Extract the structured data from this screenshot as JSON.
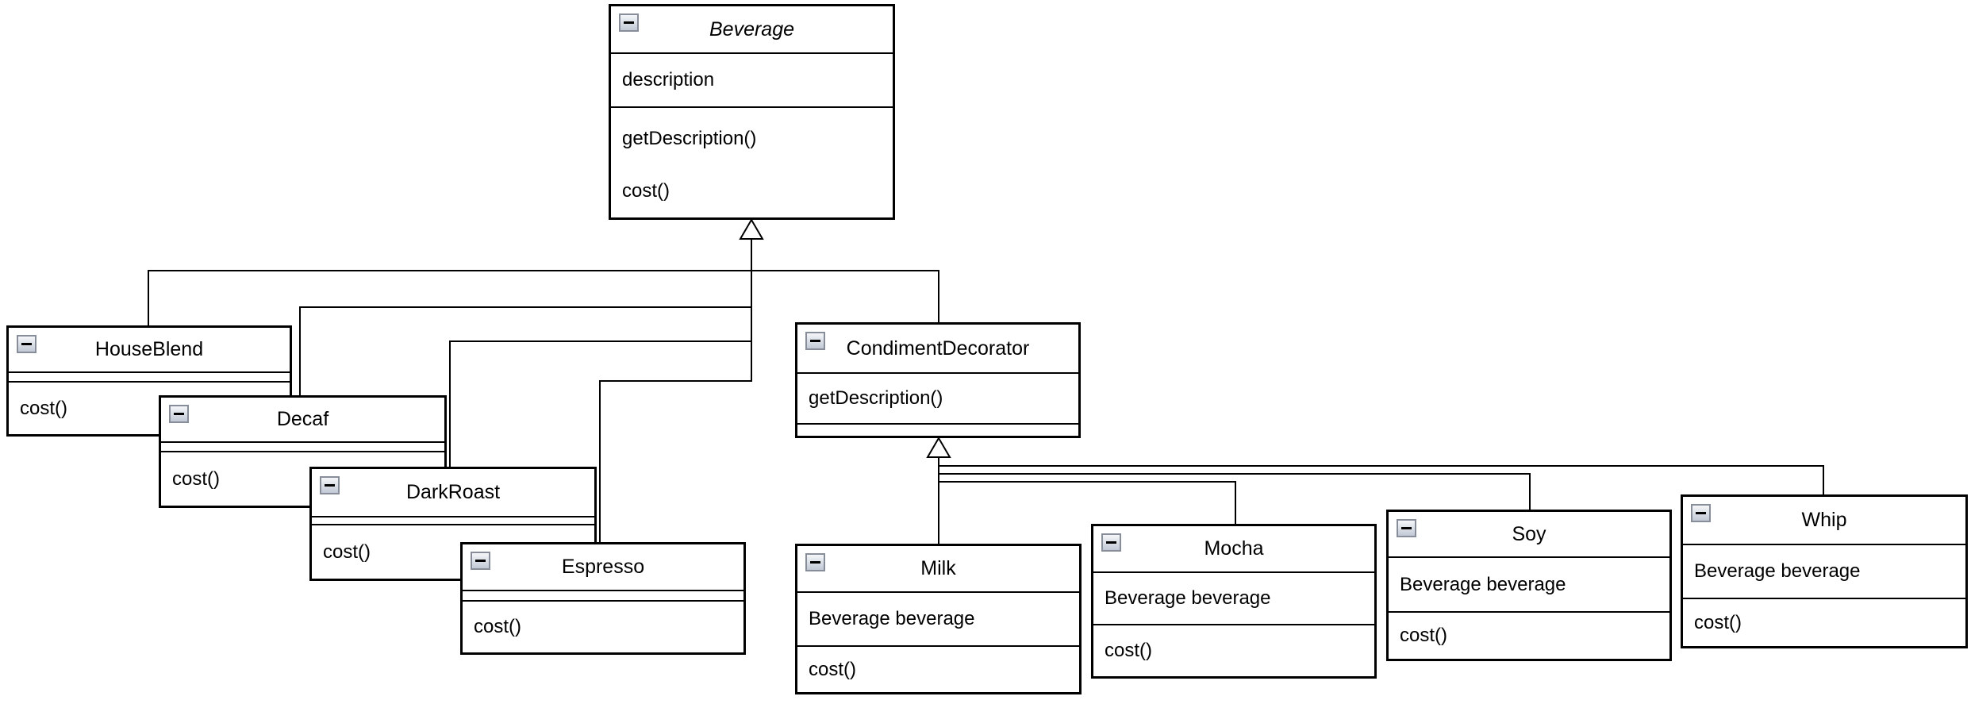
{
  "colors": {
    "background": "#ffffff",
    "line": "#000000",
    "box_fill": "#ffffff",
    "icon_background": "#dfe3ec",
    "icon_border": "#878e99"
  },
  "collapse_icon_glyph": "−",
  "classes": [
    {
      "name": "Beverage",
      "abstract": true,
      "compartments": [
        [
          "description"
        ],
        [
          "getDescription()",
          "cost()"
        ]
      ]
    },
    {
      "name": "HouseBlend",
      "abstract": false,
      "compartments": [
        [],
        [
          "cost()"
        ]
      ]
    },
    {
      "name": "Decaf",
      "abstract": false,
      "compartments": [
        [],
        [
          "cost()"
        ]
      ]
    },
    {
      "name": "DarkRoast",
      "abstract": false,
      "compartments": [
        [],
        [
          "cost()"
        ]
      ]
    },
    {
      "name": "Espresso",
      "abstract": false,
      "compartments": [
        [],
        [
          "cost()"
        ]
      ]
    },
    {
      "name": "CondimentDecorator",
      "abstract": false,
      "compartments": [
        [
          "getDescription()"
        ],
        []
      ]
    },
    {
      "name": "Milk",
      "abstract": false,
      "compartments": [
        [
          "Beverage beverage"
        ],
        [
          "cost()"
        ]
      ]
    },
    {
      "name": "Mocha",
      "abstract": false,
      "compartments": [
        [
          "Beverage beverage"
        ],
        [
          "cost()"
        ]
      ]
    },
    {
      "name": "Soy",
      "abstract": false,
      "compartments": [
        [
          "Beverage beverage"
        ],
        [
          "cost()"
        ]
      ]
    },
    {
      "name": "Whip",
      "abstract": false,
      "compartments": [
        [
          "Beverage beverage"
        ],
        [
          "cost()"
        ]
      ]
    }
  ],
  "relationships": [
    {
      "type": "generalization",
      "parent": "Beverage",
      "children": [
        "HouseBlend",
        "Decaf",
        "DarkRoast",
        "Espresso",
        "CondimentDecorator"
      ]
    },
    {
      "type": "generalization",
      "parent": "CondimentDecorator",
      "children": [
        "Milk",
        "Mocha",
        "Soy",
        "Whip"
      ]
    }
  ]
}
